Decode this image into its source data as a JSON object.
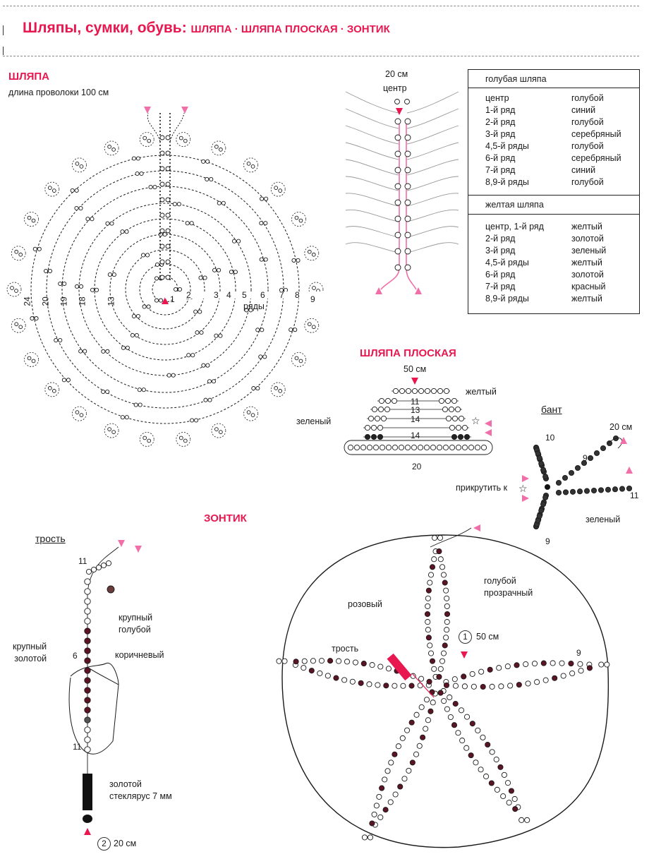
{
  "header": {
    "title_main": "Шляпы, сумки, обувь:",
    "title_sub": "ШЛЯПА · ШЛЯПА ПЛОСКАЯ · ЗОНТИК"
  },
  "hat": {
    "section": "ШЛЯПА",
    "wire": "длина проволоки 100 см",
    "ring_numbers_right": [
      "1",
      "2",
      "3",
      "4",
      "5",
      "6",
      "7",
      "8",
      "9"
    ],
    "ring_numbers_left": [
      "24",
      "20",
      "19",
      "18",
      "13"
    ],
    "rows_label": "ряды"
  },
  "hat_detail": {
    "length": "20 см",
    "center": "центр"
  },
  "legend": {
    "blue_title": "голубая шляпа",
    "blue_rows": [
      {
        "row": "центр",
        "color": "голубой"
      },
      {
        "row": "1-й ряд",
        "color": "синий"
      },
      {
        "row": "2-й ряд",
        "color": "голубой"
      },
      {
        "row": "3-й ряд",
        "color": "серебряный"
      },
      {
        "row": "4,5-й ряды",
        "color": "голубой"
      },
      {
        "row": "6-й ряд",
        "color": "серебряный"
      },
      {
        "row": "7-й ряд",
        "color": "синий"
      },
      {
        "row": "8,9-й ряды",
        "color": "голубой"
      }
    ],
    "yellow_title": "желтая шляпа",
    "yellow_rows": [
      {
        "row": "центр, 1-й ряд",
        "color": "желтый"
      },
      {
        "row": "2-й ряд",
        "color": "золотой"
      },
      {
        "row": "3-й ряд",
        "color": "зеленый"
      },
      {
        "row": "4,5-й ряды",
        "color": "желтый"
      },
      {
        "row": "6-й ряд",
        "color": "золотой"
      },
      {
        "row": "7-й ряд",
        "color": "красный"
      },
      {
        "row": "8,9-й ряды",
        "color": "желтый"
      }
    ]
  },
  "flat_hat": {
    "section": "ШЛЯПА ПЛОСКАЯ",
    "length": "50 см",
    "yellow": "желтый",
    "green": "зеленый",
    "nums": [
      "11",
      "13",
      "14",
      "14",
      "20"
    ]
  },
  "bow": {
    "title": "бант",
    "length": "20 см",
    "attach": "прикрутить к",
    "green": "зеленый",
    "nums": [
      "10",
      "9",
      "11",
      "9"
    ]
  },
  "umbrella": {
    "section": "ЗОНТИК",
    "cane_title": "трость",
    "n11_top": "11",
    "large_blue": "крупный\nголубой",
    "large_gold": "крупный\nзолотой",
    "n6": "6",
    "brown": "коричневый",
    "n11_bottom": "11",
    "bugle": "золотой\nстеклярус 7 мм",
    "step2": "2",
    "step2_len": "20 см",
    "blue_transparent": "голубой\nпрозрачный",
    "pink": "розовый",
    "cane_ref": "трость",
    "step1": "1",
    "step1_len": "50 см",
    "n9": "9"
  },
  "colors": {
    "accent": "#e8174f",
    "arrow_pink": "#f06fa8",
    "dark_bead": "#5a1424",
    "ink": "#1a1a1a"
  }
}
